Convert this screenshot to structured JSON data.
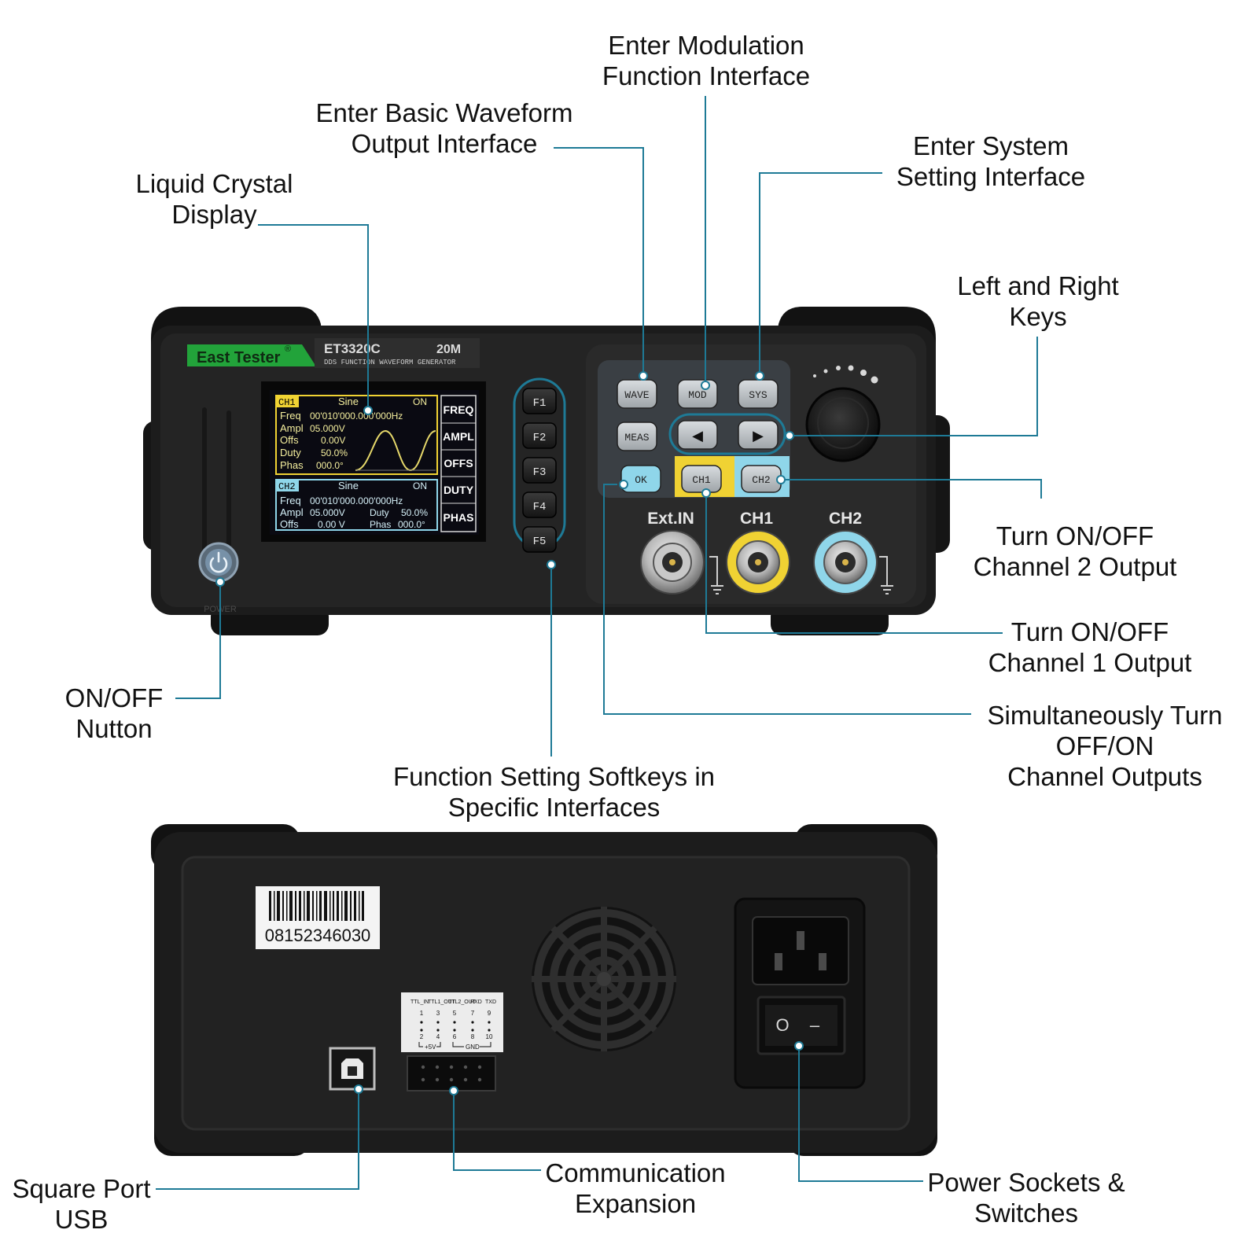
{
  "colors": {
    "leader": "#1e7a96",
    "body": "#1c1c1c",
    "panel": "#2a2a2a",
    "brand_green": "#22a33a",
    "ch1_yellow": "#f0d233",
    "ch2_cyan": "#8fd6ea",
    "lcd_bg": "#0a0a12"
  },
  "front": {
    "brand": "East Tester",
    "brand_mark": "®",
    "model": "ET3320C",
    "bandwidth": "20M",
    "subtitle": "DDS FUNCTION WAVEFORM GENERATOR",
    "power_label": "POWER",
    "lcd": {
      "ch1": {
        "tag": "CH1",
        "wave": "Sine",
        "state": "ON",
        "rows": [
          {
            "label": "Freq",
            "value": "00'010'000.000'000Hz"
          },
          {
            "label": "Ampl",
            "value": "05.000V"
          },
          {
            "label": "Offs",
            "value": "0.00V"
          },
          {
            "label": "Duty",
            "value": "50.0%"
          },
          {
            "label": "Phas",
            "value": "000.0°"
          }
        ]
      },
      "ch2": {
        "tag": "CH2",
        "wave": "Sine",
        "state": "ON",
        "rows": [
          {
            "label": "Freq",
            "value": "00'010'000.000'000Hz"
          },
          {
            "label": "Ampl",
            "value": "05.000V",
            "label2": "Duty",
            "value2": "50.0%"
          },
          {
            "label": "Offs",
            "value": "0.00 V",
            "label2": "Phas",
            "value2": "000.0°"
          }
        ]
      },
      "menu": [
        "FREQ",
        "AMPL",
        "OFFS",
        "DUTY",
        "PHAS"
      ]
    },
    "softkeys": [
      "F1",
      "F2",
      "F3",
      "F4",
      "F5"
    ],
    "keys": {
      "wave": "WAVE",
      "mod": "MOD",
      "sys": "SYS",
      "meas": "MEAS",
      "left": "◀",
      "right": "▶",
      "ok": "OK",
      "ch1": "CH1",
      "ch2": "CH2"
    },
    "ports": {
      "ext_in": "Ext.IN",
      "ch1": "CH1",
      "ch2": "CH2"
    }
  },
  "rear": {
    "barcode_number": "08152346030",
    "comm_header": [
      "TTL_IN",
      "TTL1_OUT",
      "TTL2_OUT",
      "RXD",
      "TXD"
    ],
    "comm_odd": [
      "1",
      "3",
      "5",
      "7",
      "9"
    ],
    "comm_even": [
      "2",
      "4",
      "6",
      "8",
      "10"
    ],
    "comm_vcc": "+5V",
    "comm_gnd": "GND",
    "switch_off": "O",
    "switch_on": "–"
  },
  "callouts": {
    "modulation": [
      "Enter Modulation",
      "Function Interface"
    ],
    "basic_waveform": [
      "Enter Basic Waveform",
      "Output Interface"
    ],
    "system": [
      "Enter System",
      "Setting Interface"
    ],
    "lcd": [
      "Liquid Crystal",
      "Display"
    ],
    "left_right": [
      "Left and Right",
      "Keys"
    ],
    "ch2_output": [
      "Turn ON/OFF",
      "Channel 2 Output"
    ],
    "ch1_output": [
      "Turn ON/OFF",
      "Channel 1 Output"
    ],
    "simultaneous": [
      "Simultaneously Turn",
      "OFF/ON",
      "Channel Outputs"
    ],
    "onoff": [
      "ON/OFF",
      "Nutton"
    ],
    "softkeys": [
      "Function Setting Softkeys in",
      "Specific Interfaces"
    ],
    "usb": [
      "Square Port",
      "USB"
    ],
    "comm": [
      "Communication",
      "Expansion"
    ],
    "power": [
      "Power Sockets &",
      "Switches"
    ]
  }
}
